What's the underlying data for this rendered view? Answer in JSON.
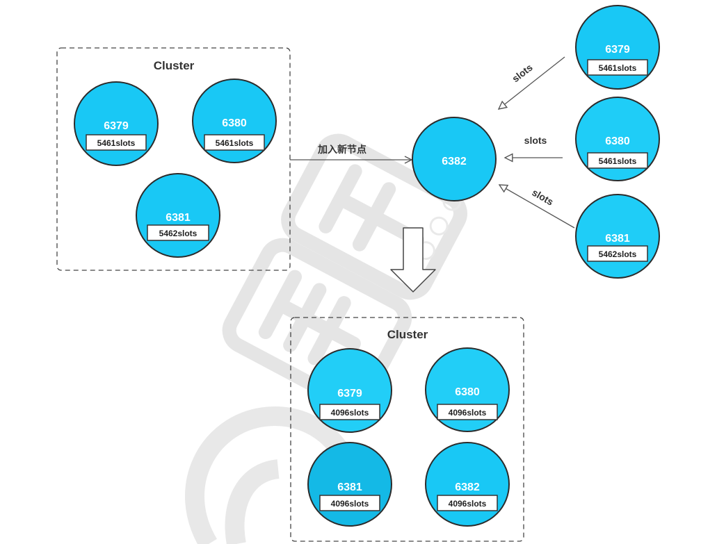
{
  "colors": {
    "node_fill": "#19c8f5",
    "node_stroke": "#2b2b2b",
    "box_stroke": "#444444",
    "arrow": "#555555",
    "watermark": "#bdbdbd"
  },
  "top_cluster": {
    "title": "Cluster",
    "nodes": [
      {
        "port": "6379",
        "slots": "5461slots"
      },
      {
        "port": "6380",
        "slots": "5461slots"
      },
      {
        "port": "6381",
        "slots": "5462slots"
      }
    ]
  },
  "add_label": "加入新节点",
  "new_node": {
    "port": "6382"
  },
  "sources": [
    {
      "port": "6379",
      "slots": "5461slots",
      "arrow_label": "slots"
    },
    {
      "port": "6380",
      "slots": "5461slots",
      "arrow_label": "slots"
    },
    {
      "port": "6381",
      "slots": "5462slots",
      "arrow_label": "slots"
    }
  ],
  "bottom_cluster": {
    "title": "Cluster",
    "nodes": [
      {
        "port": "6379",
        "slots": "4096slots"
      },
      {
        "port": "6380",
        "slots": "4096slots"
      },
      {
        "port": "6381",
        "slots": "4096slots"
      },
      {
        "port": "6382",
        "slots": "4096slots"
      }
    ]
  }
}
